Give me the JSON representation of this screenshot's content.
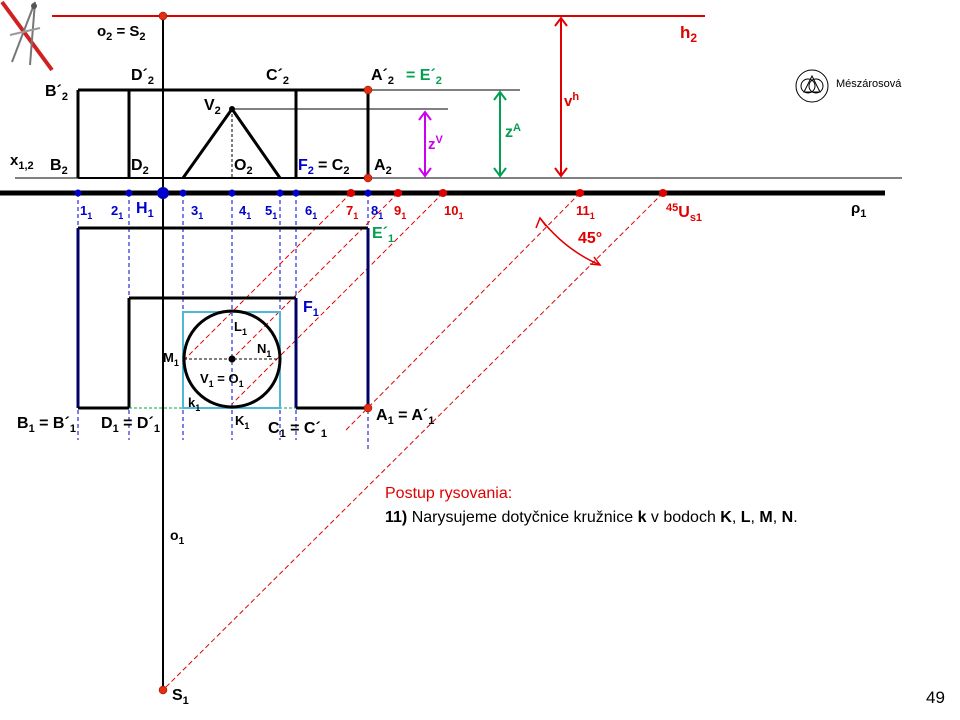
{
  "colors": {
    "red": "#e00000",
    "blue": "#0000cc",
    "navy": "#000066",
    "green": "#00a050",
    "magenta": "#cc00ee",
    "cyan": "#4fb8d8",
    "point_red": "#e03010"
  },
  "author": "Mészárosová",
  "page_number": "49",
  "steps": {
    "title": "Postup rysovania:",
    "num": "11)",
    "text1": " Narysujeme dotyčnice kružnice ",
    "k": "k",
    "text2": " v bodoch ",
    "K": "K",
    "c1": ", ",
    "L": "L",
    "c2": ", ",
    "M": "M",
    "c3": ", ",
    "N": "N",
    "end": "."
  },
  "labels": {
    "o2S2": {
      "t": "o",
      "s": "2",
      "t2": " = S",
      "s2": "2"
    },
    "h2": {
      "t": "h",
      "s": "2"
    },
    "vh": {
      "t": "v",
      "sup": "h"
    },
    "zA": {
      "t": "z",
      "sup": "A"
    },
    "zV": {
      "t": "z",
      "sup": "V"
    },
    "Bp2": {
      "t": "B´",
      "s": "2"
    },
    "Dp2": {
      "t": "D´",
      "s": "2"
    },
    "Cp2": {
      "t": "C´",
      "s": "2"
    },
    "Ap2": {
      "t": "A´",
      "s": "2"
    },
    "eqEp2": {
      "t": "= E´",
      "s": "2"
    },
    "V2": {
      "t": "V",
      "s": "2"
    },
    "x12": {
      "t": "x",
      "s": "1,2"
    },
    "B2": {
      "t": "B",
      "s": "2"
    },
    "D2": {
      "t": "D",
      "s": "2"
    },
    "O2": {
      "t": "O",
      "s": "2"
    },
    "F2": {
      "t": "F",
      "s": "2"
    },
    "eqC2": {
      "t": " = C",
      "s": "2"
    },
    "A2": {
      "t": "A",
      "s": "2"
    },
    "n1": {
      "t": "1",
      "s": "1"
    },
    "n2": {
      "t": "2",
      "s": "1"
    },
    "H1": {
      "t": "H",
      "s": "1"
    },
    "n3": {
      "t": "3",
      "s": "1"
    },
    "n4": {
      "t": "4",
      "s": "1"
    },
    "n5": {
      "t": "5",
      "s": "1"
    },
    "n6": {
      "t": "6",
      "s": "1"
    },
    "n7": {
      "t": "7",
      "s": "1"
    },
    "n8": {
      "t": "8",
      "s": "1"
    },
    "n9": {
      "t": "9",
      "s": "1"
    },
    "n10": {
      "t": "10",
      "s": "1"
    },
    "n11": {
      "t": "11",
      "s": "1"
    },
    "Us1": {
      "pre": "45",
      "t": "U",
      "s": "s1"
    },
    "rho1": {
      "t": "ρ",
      "s": "1"
    },
    "Ep1": {
      "t": "E´",
      "s": "1"
    },
    "angle": {
      "t": "45°"
    },
    "F1": {
      "t": "F",
      "s": "1"
    },
    "L1": {
      "t": "L",
      "s": "1"
    },
    "N1": {
      "t": "N",
      "s": "1"
    },
    "M1": {
      "t": "M",
      "s": "1"
    },
    "V1O1": {
      "t": "V",
      "s": "1",
      "t2": " = O",
      "s2": "1"
    },
    "k1": {
      "t": "k",
      "s": "1"
    },
    "K1": {
      "t": "K",
      "s": "1"
    },
    "B1": {
      "t": "B",
      "s": "1",
      "t2": " = B´",
      "s2": "1"
    },
    "D1": {
      "t": "D",
      "s": "1",
      "t2": " = D´",
      "s2": "1"
    },
    "C1": {
      "t": "C",
      "s": "1",
      "t2": " = C´",
      "s2": "1"
    },
    "A1": {
      "t": "A",
      "s": "1",
      "t2": " = A´",
      "s2": "1"
    },
    "o1": {
      "t": "o",
      "s": "1"
    },
    "S1": {
      "t": "S",
      "s": "1"
    }
  }
}
